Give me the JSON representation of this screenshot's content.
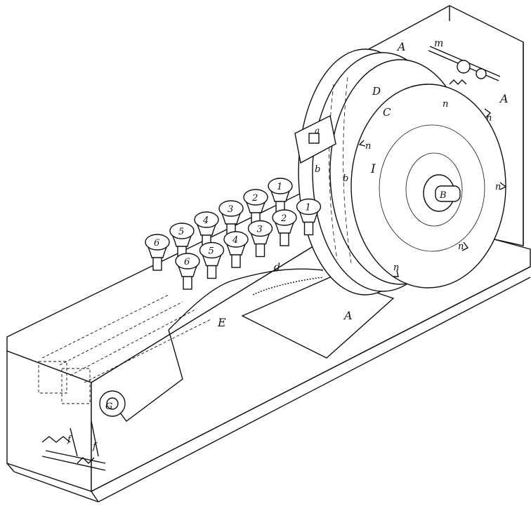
{
  "figure": {
    "labels": {
      "A_top": "A",
      "A_right": "A",
      "A_floor": "A",
      "D": "D",
      "C": "C",
      "I": "I",
      "B": "B",
      "E": "E",
      "a": "a",
      "b1": "b",
      "b2": "b",
      "d": "d",
      "G": "G",
      "m": "m",
      "n1": "n",
      "n2": "n",
      "n3": "n",
      "n4": "n",
      "n5": "n",
      "n6": "n",
      "f1": "f",
      "f2": "f"
    },
    "keys": {
      "row_back": [
        "6",
        "5",
        "4",
        "3",
        "2",
        "1"
      ],
      "row_front": [
        "6",
        "5",
        "4",
        "3",
        "2",
        "1"
      ]
    }
  }
}
